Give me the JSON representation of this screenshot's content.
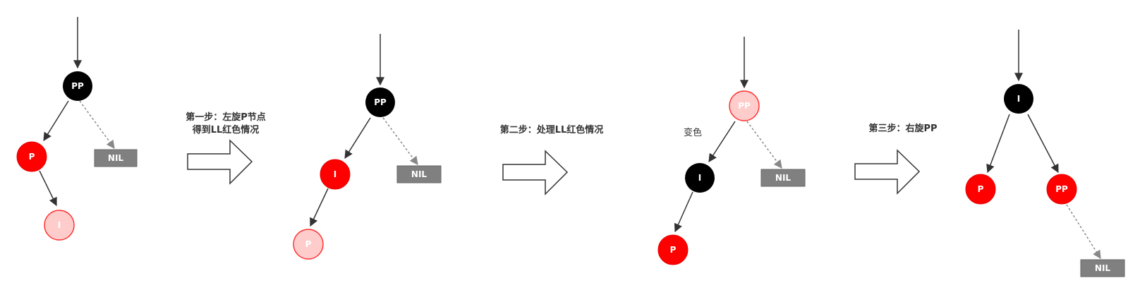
{
  "colors": {
    "black_node": "#000000",
    "red_node": "#ff0000",
    "pink_node": "#ffcccc",
    "pink_stroke": "#ff3333",
    "nil_fill": "#808080",
    "edge": "#333333",
    "dashed_edge": "#888888"
  },
  "stage1": {
    "pp": "PP",
    "p": "P",
    "i": "I",
    "nil": "NIL"
  },
  "step1": {
    "line1": "第一步：左旋P节点",
    "line2": "得到LL红色情况"
  },
  "stage2": {
    "pp": "PP",
    "i": "I",
    "p": "P",
    "nil": "NIL"
  },
  "step2": {
    "label": "第二步：处理LL红色情况"
  },
  "stage3": {
    "note": "变色",
    "pp": "PP",
    "i": "I",
    "p": "P",
    "nil": "NIL"
  },
  "step3": {
    "label": "第三步：右旋PP"
  },
  "stage4": {
    "i": "I",
    "p": "P",
    "pp": "PP",
    "nil": "NIL"
  }
}
